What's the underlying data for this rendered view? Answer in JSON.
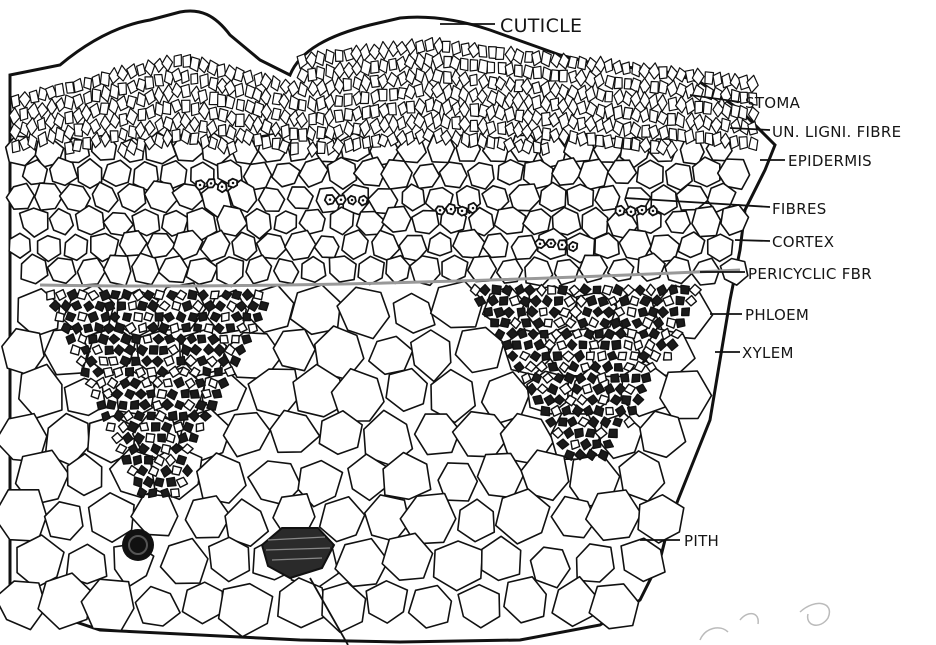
{
  "figure": {
    "labels": {
      "cuticle": "CUTICLE",
      "stoma": "STOMA",
      "un_ligni_fibre": "UN. LIGNI. FIBRE",
      "epidermis": "EPIDERMIS",
      "fibres": "FIBRES",
      "cortex": "CORTEX",
      "pericyclic_fbr": "PERICYCLIC FBR",
      "phloem": "PHLOEM",
      "xylem": "XYLEM",
      "pith": "PITH"
    },
    "colors": {
      "ink": "#111111",
      "paper": "#ffffff",
      "annotation_blue": "#1f3a8a"
    }
  }
}
